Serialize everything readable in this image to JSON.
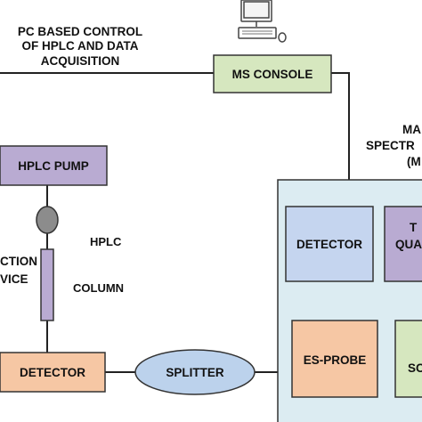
{
  "labels": {
    "pc_control_line1": "PC BASED CONTROL",
    "pc_control_line2": "OF HPLC AND  DATA",
    "pc_control_line3": "ACQUISITION",
    "ms_console": "MS CONSOLE",
    "ms_title_line1": "MA",
    "ms_title_line2": "SPECTR",
    "ms_title_line3": "(M",
    "hplc_pump": "HPLC PUMP",
    "hplc_label": "HPLC",
    "column_label": "COLUMN",
    "injection_line1": "CTION",
    "injection_line2": "VICE",
    "detector_ms": "DETECTOR",
    "triple_quad_line1": "T",
    "triple_quad_line2": "QUA",
    "detector_lc": "DETECTOR",
    "splitter": "SPLITTER",
    "es_probe": "ES-PROBE",
    "source_partial": "SC"
  },
  "colors": {
    "line": "#222222",
    "ms_console_fill": "#d6e7bf",
    "hplc_pump_fill": "#b9abd2",
    "ms_panel_fill": "#dcecf2",
    "detector_ms_fill": "#c5d5ef",
    "triple_quad_fill": "#b9abd2",
    "detector_lc_fill": "#f6c7a4",
    "splitter_fill": "#bcd2ec",
    "es_probe_fill": "#f6c7a4",
    "source_fill": "#d6e7bf",
    "injector_fill": "#8c8c8c",
    "column_fill": "#b9abd2"
  },
  "icons": {
    "computer": "computer-icon"
  }
}
